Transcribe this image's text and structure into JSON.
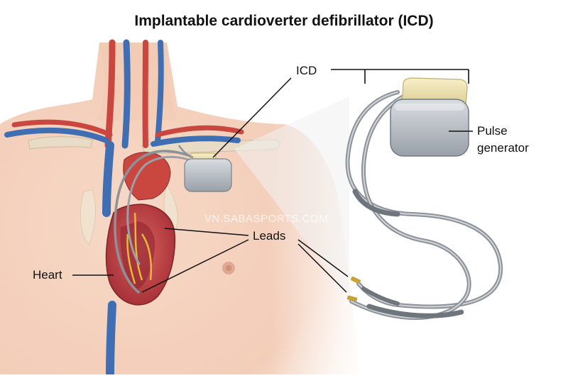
{
  "title": "Implantable cardioverter defibrillator (ICD)",
  "labels": {
    "icd": "ICD",
    "pulse_generator_line1": "Pulse",
    "pulse_generator_line2": "generator",
    "leads": "Leads",
    "heart": "Heart"
  },
  "watermark": "VN.SABASPORTS.COM",
  "colors": {
    "skin": "#f4d3c0",
    "artery": "#c9473f",
    "vein": "#3f6fb2",
    "device": "#b7bcc3",
    "header": "#eee2b0",
    "lead": "#8c9298"
  }
}
